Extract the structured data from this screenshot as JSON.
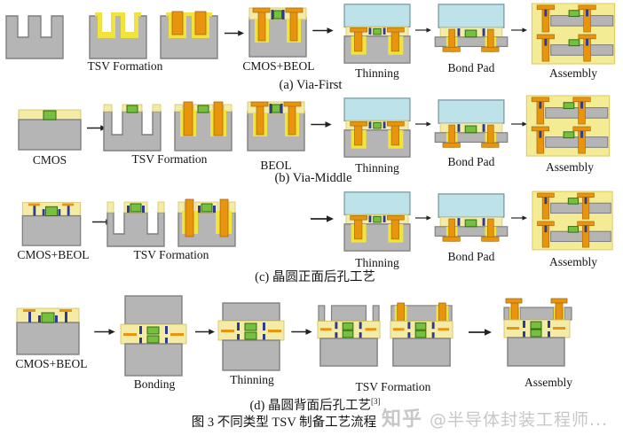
{
  "figure": {
    "caption": "图 3   不同类型 TSV 制备工艺流程",
    "watermark_logo": "知乎",
    "watermark_handle": "@半导体封装工程师..."
  },
  "rows": {
    "a": {
      "caption": "(a) Via-First",
      "steps": {
        "tsv": "TSV Formation",
        "cmos_beol": "CMOS+BEOL",
        "thinning": "Thinning",
        "bond_pad": "Bond Pad",
        "assembly": "Assembly"
      }
    },
    "b": {
      "caption": "(b) Via-Middle",
      "steps": {
        "cmos": "CMOS",
        "tsv": "TSV Formation",
        "beol": "BEOL",
        "thinning": "Thinning",
        "bond_pad": "Bond Pad",
        "assembly": "Assembly"
      }
    },
    "c": {
      "caption": "(c) 晶圆正面后孔工艺",
      "steps": {
        "cmos_beol": "CMOS+BEOL",
        "tsv": "TSV Formation",
        "thinning": "Thinning",
        "bond_pad": "Bond Pad",
        "assembly": "Assembly"
      }
    },
    "d": {
      "caption": "(d) 晶圆背面后孔工艺",
      "caption_sup": "[3]",
      "steps": {
        "cmos_beol": "CMOS+BEOL",
        "bonding": "Bonding",
        "thinning": "Thinning",
        "tsv": "TSV Formation",
        "assembly": "Assembly"
      }
    }
  },
  "colors": {
    "substrate_gray": "#b5b5b5",
    "oxide_pale_yellow": "#f3eba6",
    "liner_yellow": "#f2e33c",
    "underfill_yellow": "#f4ec94",
    "copper_orange": "#e8940f",
    "metal_blue": "#2e3b8e",
    "device_green": "#76bf3f",
    "carrier_cyan": "#bee2ea"
  }
}
